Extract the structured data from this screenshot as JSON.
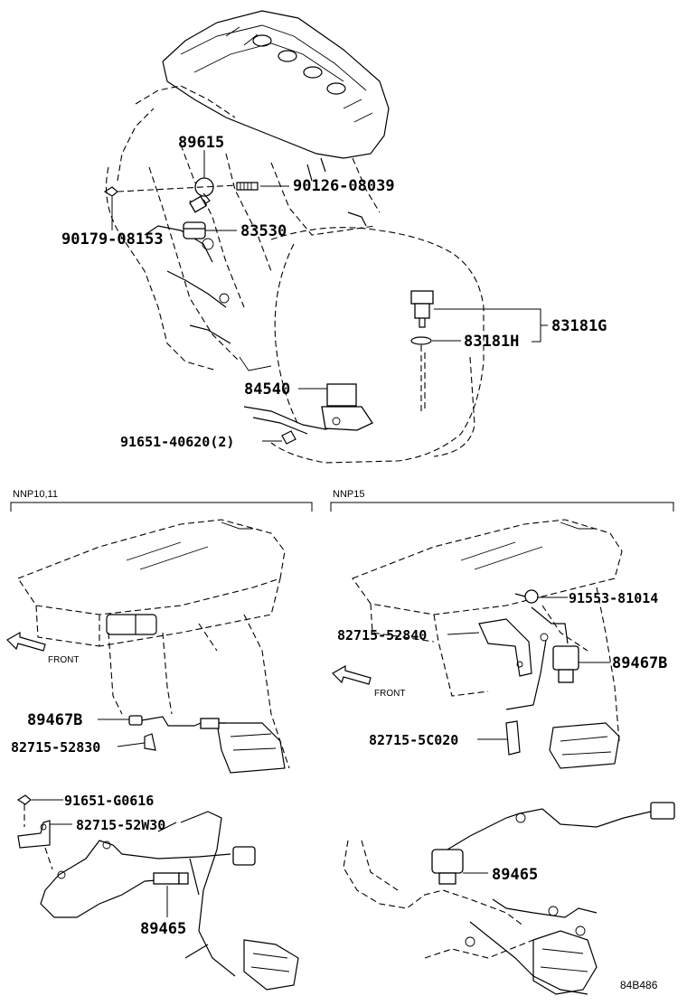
{
  "parts": {
    "top": {
      "p89615": "89615",
      "p90126": "90126-08039",
      "p90179": "90179-08153",
      "p83530": "83530",
      "p83181g": "83181G",
      "p83181h": "83181H",
      "p84540": "84540",
      "p91651_40620": "91651-40620(2)"
    },
    "left_section": {
      "label": "NNP10,11",
      "front": "FRONT",
      "p89467b": "89467B",
      "p82715_52830": "82715-52830",
      "p91651_g0616": "91651-G0616",
      "p82715_52w30": "82715-52W30",
      "p89465": "89465"
    },
    "right_section": {
      "label": "NNP15",
      "front": "FRONT",
      "p91553": "91553-81014",
      "p82715_52840": "82715-52840",
      "p89467b": "89467B",
      "p82715_5c020": "82715-5C020",
      "p89465": "89465"
    }
  },
  "footer": {
    "code": "84B486"
  }
}
